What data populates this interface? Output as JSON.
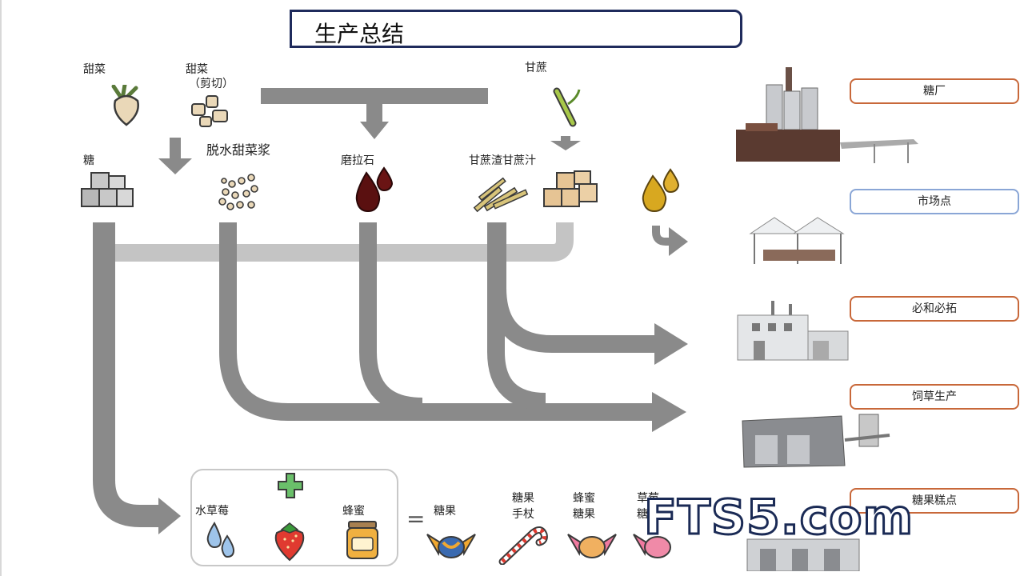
{
  "header": {
    "title": "生产总结"
  },
  "inputs": {
    "beet": "甜菜",
    "beet_cut_line1": "甜菜",
    "beet_cut_line2": "（剪切）",
    "sugarcane": "甘蔗"
  },
  "products": {
    "sugar": "糖",
    "dried_beet_pulp": "脱水甜菜浆",
    "molasses": "磨拉石",
    "bagasse_juice": "甘蔗渣甘蔗汁"
  },
  "destinations": {
    "sugar_mill": "糖厂",
    "market": "市场点",
    "bakery_store": "必和必拓",
    "feed_production": "饲草生产",
    "confectionery": "糖果糕点"
  },
  "recipe": {
    "water_strawberry": "水草莓",
    "honey": "蜂蜜",
    "equals": "=",
    "candy": "糖果",
    "candy_cane_line1": "糖果",
    "candy_cane_line2": "手杖",
    "honey_candy_line1": "蜂蜜",
    "honey_candy_line2": "糖果",
    "strawberry_candy_line1": "草莓",
    "strawberry_candy_line2": "糖"
  },
  "watermark": "FTS5.com",
  "colors": {
    "flow_dark": "#8a8a8a",
    "flow_light": "#c4c4c4",
    "title_border": "#1f2b5c",
    "tag_orange": "#c8683a",
    "tag_blue": "#8aa6d6",
    "plus_green": "#5cb85c"
  }
}
